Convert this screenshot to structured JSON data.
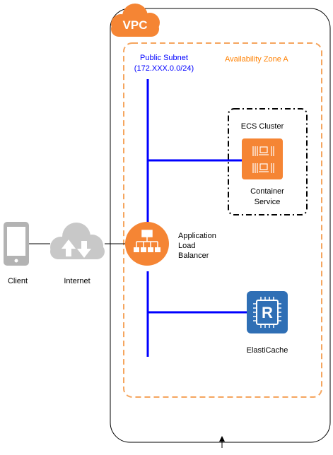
{
  "vpc": {
    "badge": "VPC"
  },
  "availability_zone": {
    "label": "Availability Zone A"
  },
  "public_subnet": {
    "label_line1": "Public Subnet",
    "label_line2": "(172.XXX.0.0/24)"
  },
  "ecs_cluster": {
    "label": "ECS Cluster"
  },
  "container_service": {
    "label_line1": "Container",
    "label_line2": "Service"
  },
  "load_balancer": {
    "label_line1": "Application",
    "label_line2": "Load",
    "label_line3": "Balancer"
  },
  "elasticache": {
    "label": "ElastiCache",
    "glyph": "R"
  },
  "client": {
    "label": "Client"
  },
  "internet": {
    "label": "Internet"
  },
  "colors": {
    "vpc_orange": "#f58534",
    "zone_dash": "#f5a55e",
    "zone_label": "#ff8000",
    "subnet_label": "#0000ff",
    "network_line": "#0000ff",
    "elasticache_blue": "#2f6fb5",
    "device_gray": "#b3b3b3"
  },
  "icons": [
    "vpc-cloud-icon",
    "load-balancer-icon",
    "container-service-icon",
    "elasticache-icon",
    "mobile-device-icon",
    "internet-cloud-icon"
  ]
}
